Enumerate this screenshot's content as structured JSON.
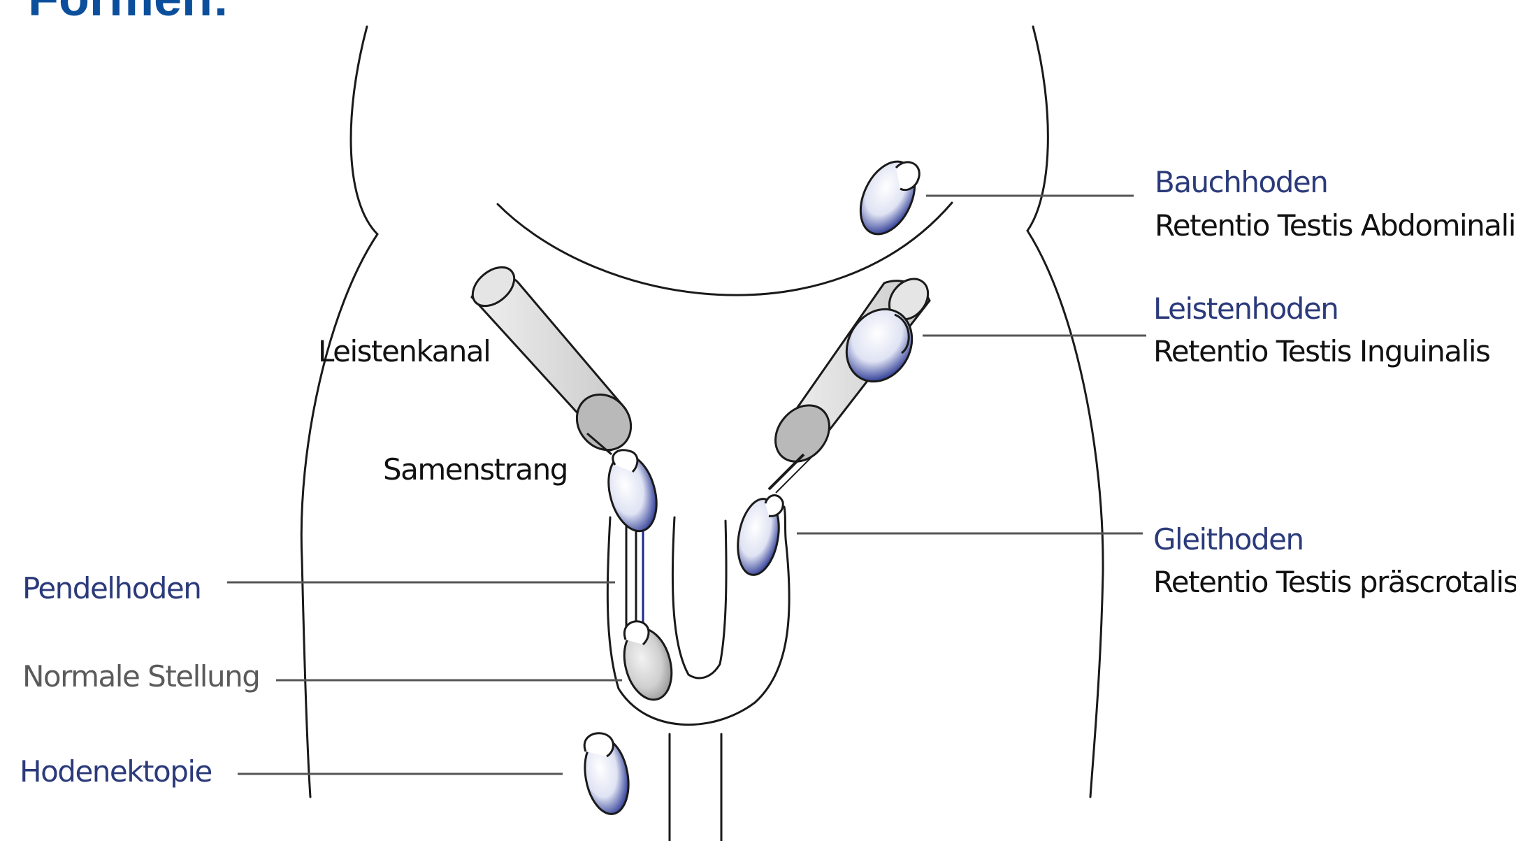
{
  "heading": "Formen:",
  "colors": {
    "heading": "#0b4f9c",
    "term": "#2b3a7a",
    "normal_label": "#5a5a5a",
    "outline": "#1a1a1a",
    "testis_shade": "#1c2a8c"
  },
  "anatomy_labels": {
    "canal": "Leistenkanal",
    "cord": "Samenstrang"
  },
  "right_labels": [
    {
      "term": "Bauchhoden",
      "latin": "Retentio Testis Abdominalis"
    },
    {
      "term": "Leistenhoden",
      "latin": "Retentio Testis Inguinalis"
    },
    {
      "term": "Gleithoden",
      "latin": "Retentio Testis präscrotalis"
    }
  ],
  "left_labels": {
    "pendel": "Pendelhoden",
    "normal": "Normale Stellung",
    "ektopie": "Hodenektopie"
  }
}
